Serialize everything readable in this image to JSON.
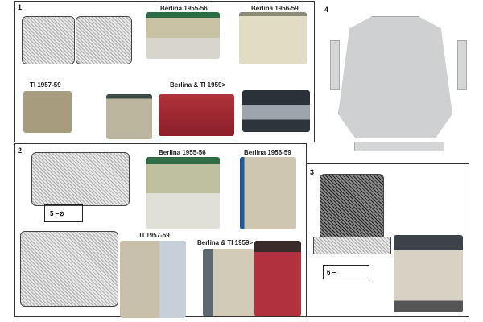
{
  "sections": [
    {
      "number": "1",
      "captions": [
        "Berlina 1955-56",
        "Berlina 1956-59",
        "TI 1957-59",
        "Berlina & TI 1959>"
      ]
    },
    {
      "number": "2",
      "captions": [
        "Berlina 1955-56",
        "Berlina 1956-59",
        "TI 1957-59",
        "Berlina & TI 1959>"
      ],
      "callout": "5"
    },
    {
      "number": "3",
      "callout": "6"
    },
    {
      "number": "4"
    }
  ]
}
